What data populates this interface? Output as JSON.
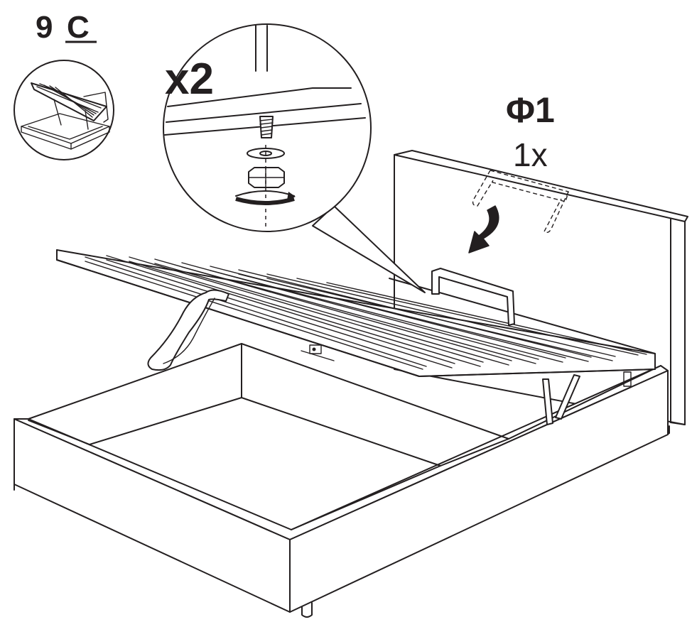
{
  "step": {
    "number": "9",
    "letter": "C"
  },
  "detail": {
    "quantity": "x2"
  },
  "part": {
    "id": "Φ1",
    "quantity": "1x"
  }
}
